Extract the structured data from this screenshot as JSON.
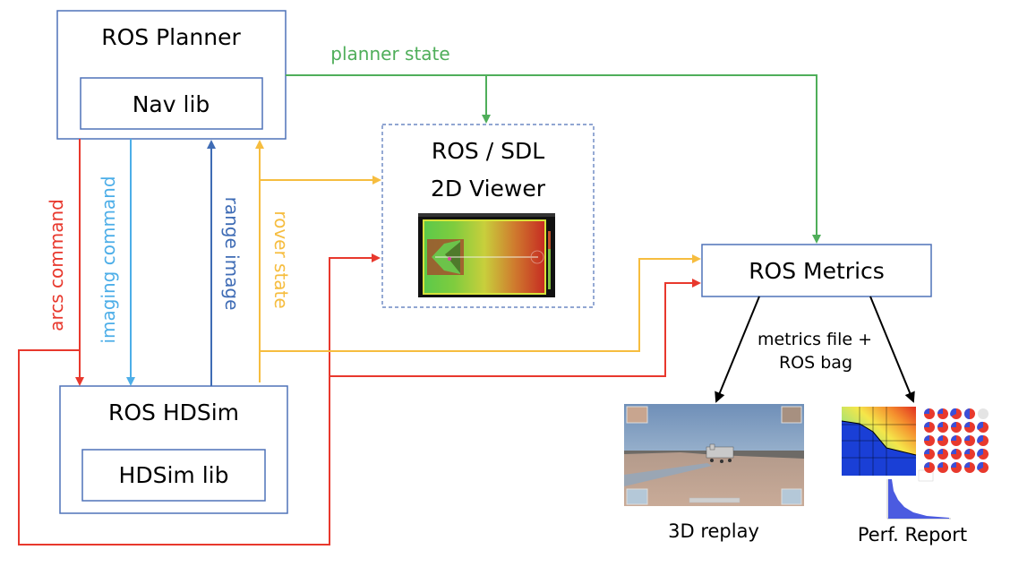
{
  "colors": {
    "box_border": "#4f72b8",
    "box_border_light": "#9db4dc",
    "red": "#e8382d",
    "light_blue": "#4daee8",
    "dark_blue": "#3f6cb5",
    "yellow": "#f6bd3f",
    "green": "#4fae5a",
    "black": "#000000"
  },
  "nodes": {
    "planner": {
      "title": "ROS Planner",
      "inner": "Nav lib"
    },
    "hdsim": {
      "title": "ROS HDSim",
      "inner": "HDSim lib"
    },
    "viewer": {
      "title_line1": "ROS / SDL",
      "title_line2": "2D Viewer",
      "image": "2d-viewer-screenshot"
    },
    "metrics": {
      "title": "ROS Metrics"
    },
    "replay": {
      "caption": "3D replay",
      "image": "3d-replay-screenshot"
    },
    "report": {
      "caption": "Perf. Report",
      "image": "performance-report-plots"
    }
  },
  "edges": {
    "arcs_command": "arcs command",
    "imaging_command": "imaging command",
    "range_image": "range image",
    "rover_state": "rover state",
    "planner_state": "planner state",
    "metrics_output_line1": "metrics file +",
    "metrics_output_line2": "ROS bag"
  }
}
